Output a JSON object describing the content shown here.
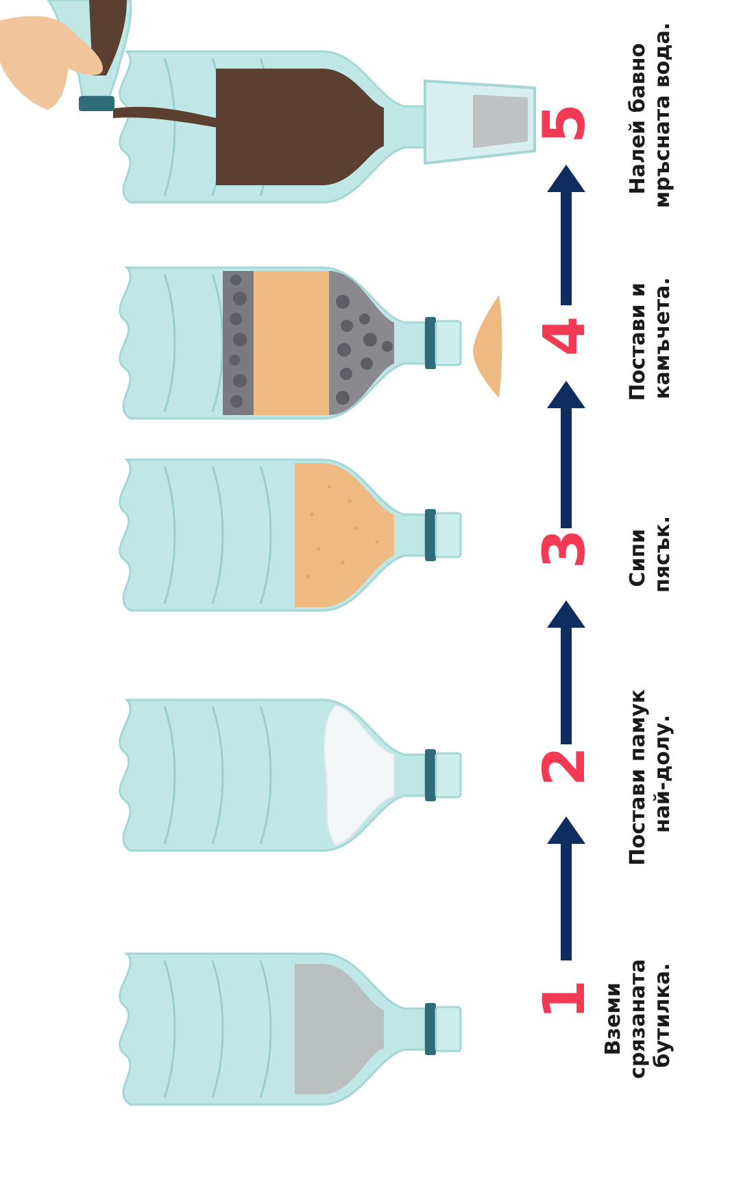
{
  "steps": [
    {
      "number": "1",
      "line1": "Вземи",
      "line2": "срязаната",
      "line3": "бутилка."
    },
    {
      "number": "2",
      "line1": "Постави памук",
      "line2": "най-долу.",
      "line3": ""
    },
    {
      "number": "3",
      "line1": "Сипи",
      "line2": "пясък.",
      "line3": ""
    },
    {
      "number": "4",
      "line1": "Постави и",
      "line2": "камъчета.",
      "line3": ""
    },
    {
      "number": "5",
      "line1": "Налей бавно",
      "line2": "мръсната вода.",
      "line3": ""
    }
  ],
  "colors": {
    "bottle": "#bfe7e6",
    "bottle_edge": "#a3d6d5",
    "cap": "#2f6c78",
    "number": "#f23a55",
    "arrow": "#0f2d5e",
    "sand": "#efba82",
    "dirt": "#5b3f30",
    "text": "#1a1a1a"
  },
  "icons": [
    "bottle-icon",
    "cotton-icon",
    "sand-icon",
    "stones-icon",
    "hand-icon",
    "glass-icon",
    "arrow-up-icon"
  ]
}
